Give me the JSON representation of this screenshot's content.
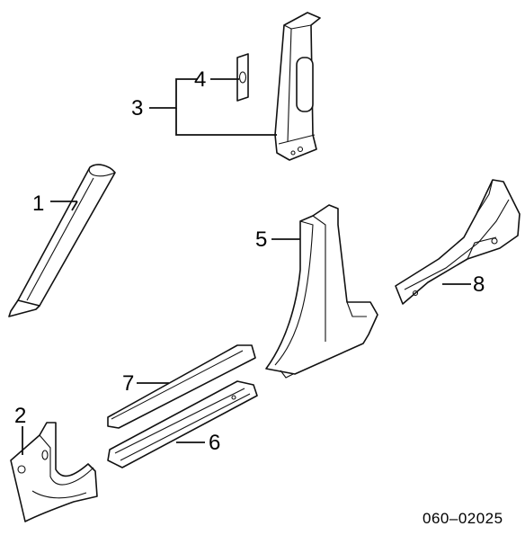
{
  "diagram": {
    "callouts": [
      {
        "id": "1",
        "label": "1"
      },
      {
        "id": "2",
        "label": "2"
      },
      {
        "id": "3",
        "label": "3"
      },
      {
        "id": "4",
        "label": "4"
      },
      {
        "id": "5",
        "label": "5"
      },
      {
        "id": "6",
        "label": "6"
      },
      {
        "id": "7",
        "label": "7"
      },
      {
        "id": "8",
        "label": "8"
      }
    ],
    "part_number": "060–02025"
  }
}
